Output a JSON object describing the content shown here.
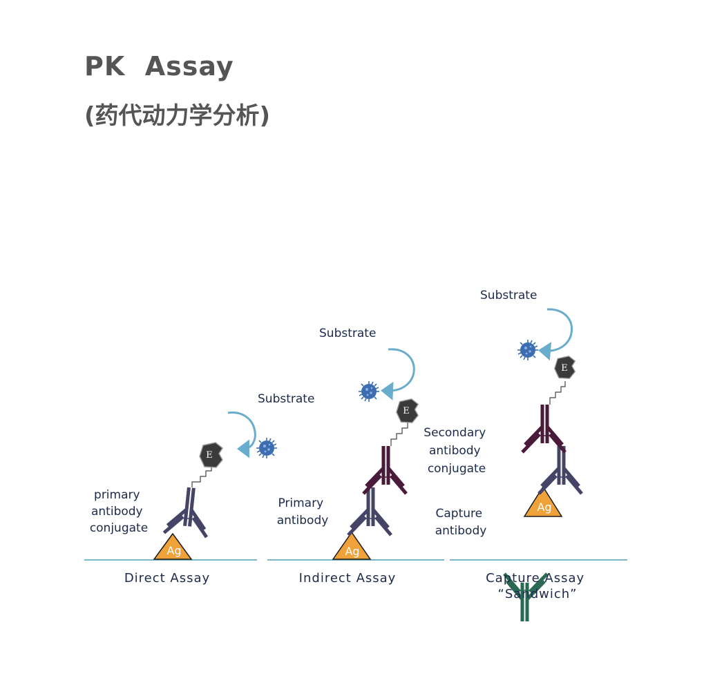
{
  "title": {
    "line1": "PK  Assay",
    "line2": "(药代动力学分析)"
  },
  "labels": {
    "substrate": "Substrate",
    "enzyme": "E",
    "antigen": "Ag",
    "direct_antibody": [
      "primary",
      "antibody",
      "conjugate"
    ],
    "indirect_primary": [
      "Primary",
      "antibody"
    ],
    "secondary": [
      "Secondary",
      "antibody",
      "conjugate"
    ],
    "capture_antibody": [
      "Capture",
      "antibody"
    ]
  },
  "captions": {
    "direct": "Direct Assay",
    "indirect": "Indirect Assay",
    "capture_line1": "Capture Assay",
    "capture_line2": "“Sandwich”"
  },
  "colors": {
    "title": "#555555",
    "primary_antibody": "#454466",
    "secondary_antibody": "#4a1a3a",
    "capture_antibody": "#2a6a55",
    "antigen": "#f0a23a",
    "surface": "#7ab6cc",
    "arrow": "#6aaccc",
    "substrate": "#3c6db0",
    "enzyme": "#3a3a3a"
  }
}
